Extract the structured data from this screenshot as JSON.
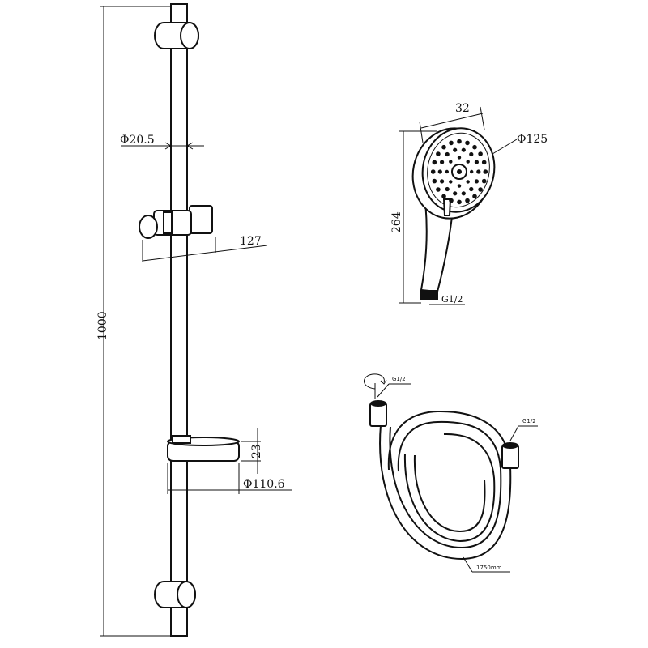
{
  "dimensions": {
    "bar_diameter": "Φ20.5",
    "slider_length": "127",
    "bar_length": "1000",
    "dish_height": "23",
    "dish_diameter": "Φ110.6",
    "head_depth": "32",
    "head_diameter": "Φ125",
    "handset_length": "264",
    "handset_thread": "G1/2",
    "hose_thread_top": "G1/2",
    "hose_thread_right": "G1/2",
    "hose_length": "1750mm"
  },
  "colors": {
    "line": "#111111",
    "background": "#ffffff"
  }
}
